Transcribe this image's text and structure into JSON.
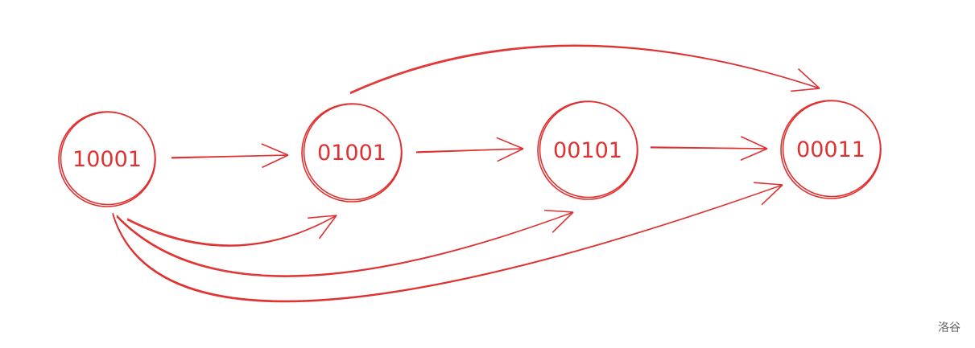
{
  "diagram": {
    "stroke_color": "#e03131",
    "nodes": [
      {
        "id": "n1",
        "label": "10001"
      },
      {
        "id": "n2",
        "label": "01001"
      },
      {
        "id": "n3",
        "label": "00101"
      },
      {
        "id": "n4",
        "label": "00011"
      }
    ],
    "edges": [
      {
        "from": "n1",
        "to": "n2"
      },
      {
        "from": "n2",
        "to": "n3"
      },
      {
        "from": "n3",
        "to": "n4"
      },
      {
        "from": "n2",
        "to": "n4"
      },
      {
        "from": "n1",
        "to": "n2",
        "curved": true
      },
      {
        "from": "n1",
        "to": "n3"
      },
      {
        "from": "n1",
        "to": "n4"
      }
    ]
  },
  "watermark": "洛谷"
}
